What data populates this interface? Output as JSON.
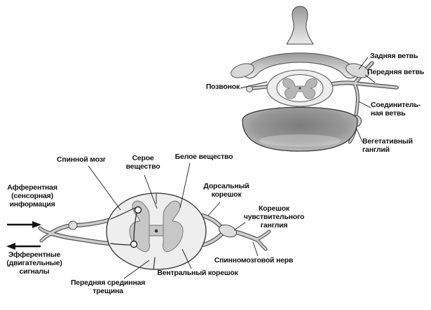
{
  "colors": {
    "ink": "#111111",
    "mid_gray": "#c7c7c7",
    "light_gray": "#ededed",
    "dark_gray": "#7c7c7c"
  },
  "vertebra_labels": {
    "posterior_branch": "Задняя ветвь",
    "anterior_branch": "Передняя ветвь",
    "vertebra": "Позвонок",
    "communicating_branch": [
      "Соединитель-",
      "ная ветвь"
    ],
    "autonomic_ganglion": [
      "Вегетативный",
      "ганглий"
    ]
  },
  "cord_labels": {
    "spinal_cord": "Спинной мозг",
    "gray_matter": [
      "Серое",
      "вещество"
    ],
    "white_matter": "Белое вещество",
    "dorsal_root": [
      "Дорсальный",
      "корешок"
    ],
    "sensory_ganglion": [
      "Корешок",
      "чувствительного",
      "ганглия"
    ],
    "afferent": [
      "Афферентная",
      "(сенсорная)",
      "информация"
    ],
    "efferent": [
      "Эфферентные",
      "(двигательные)",
      "сигналы"
    ],
    "spinal_nerve": "Спинномозговой нерв",
    "ventral_root": "Вентральный корешок",
    "anterior_fissure": [
      "Передняя срединная",
      "трещина"
    ]
  }
}
